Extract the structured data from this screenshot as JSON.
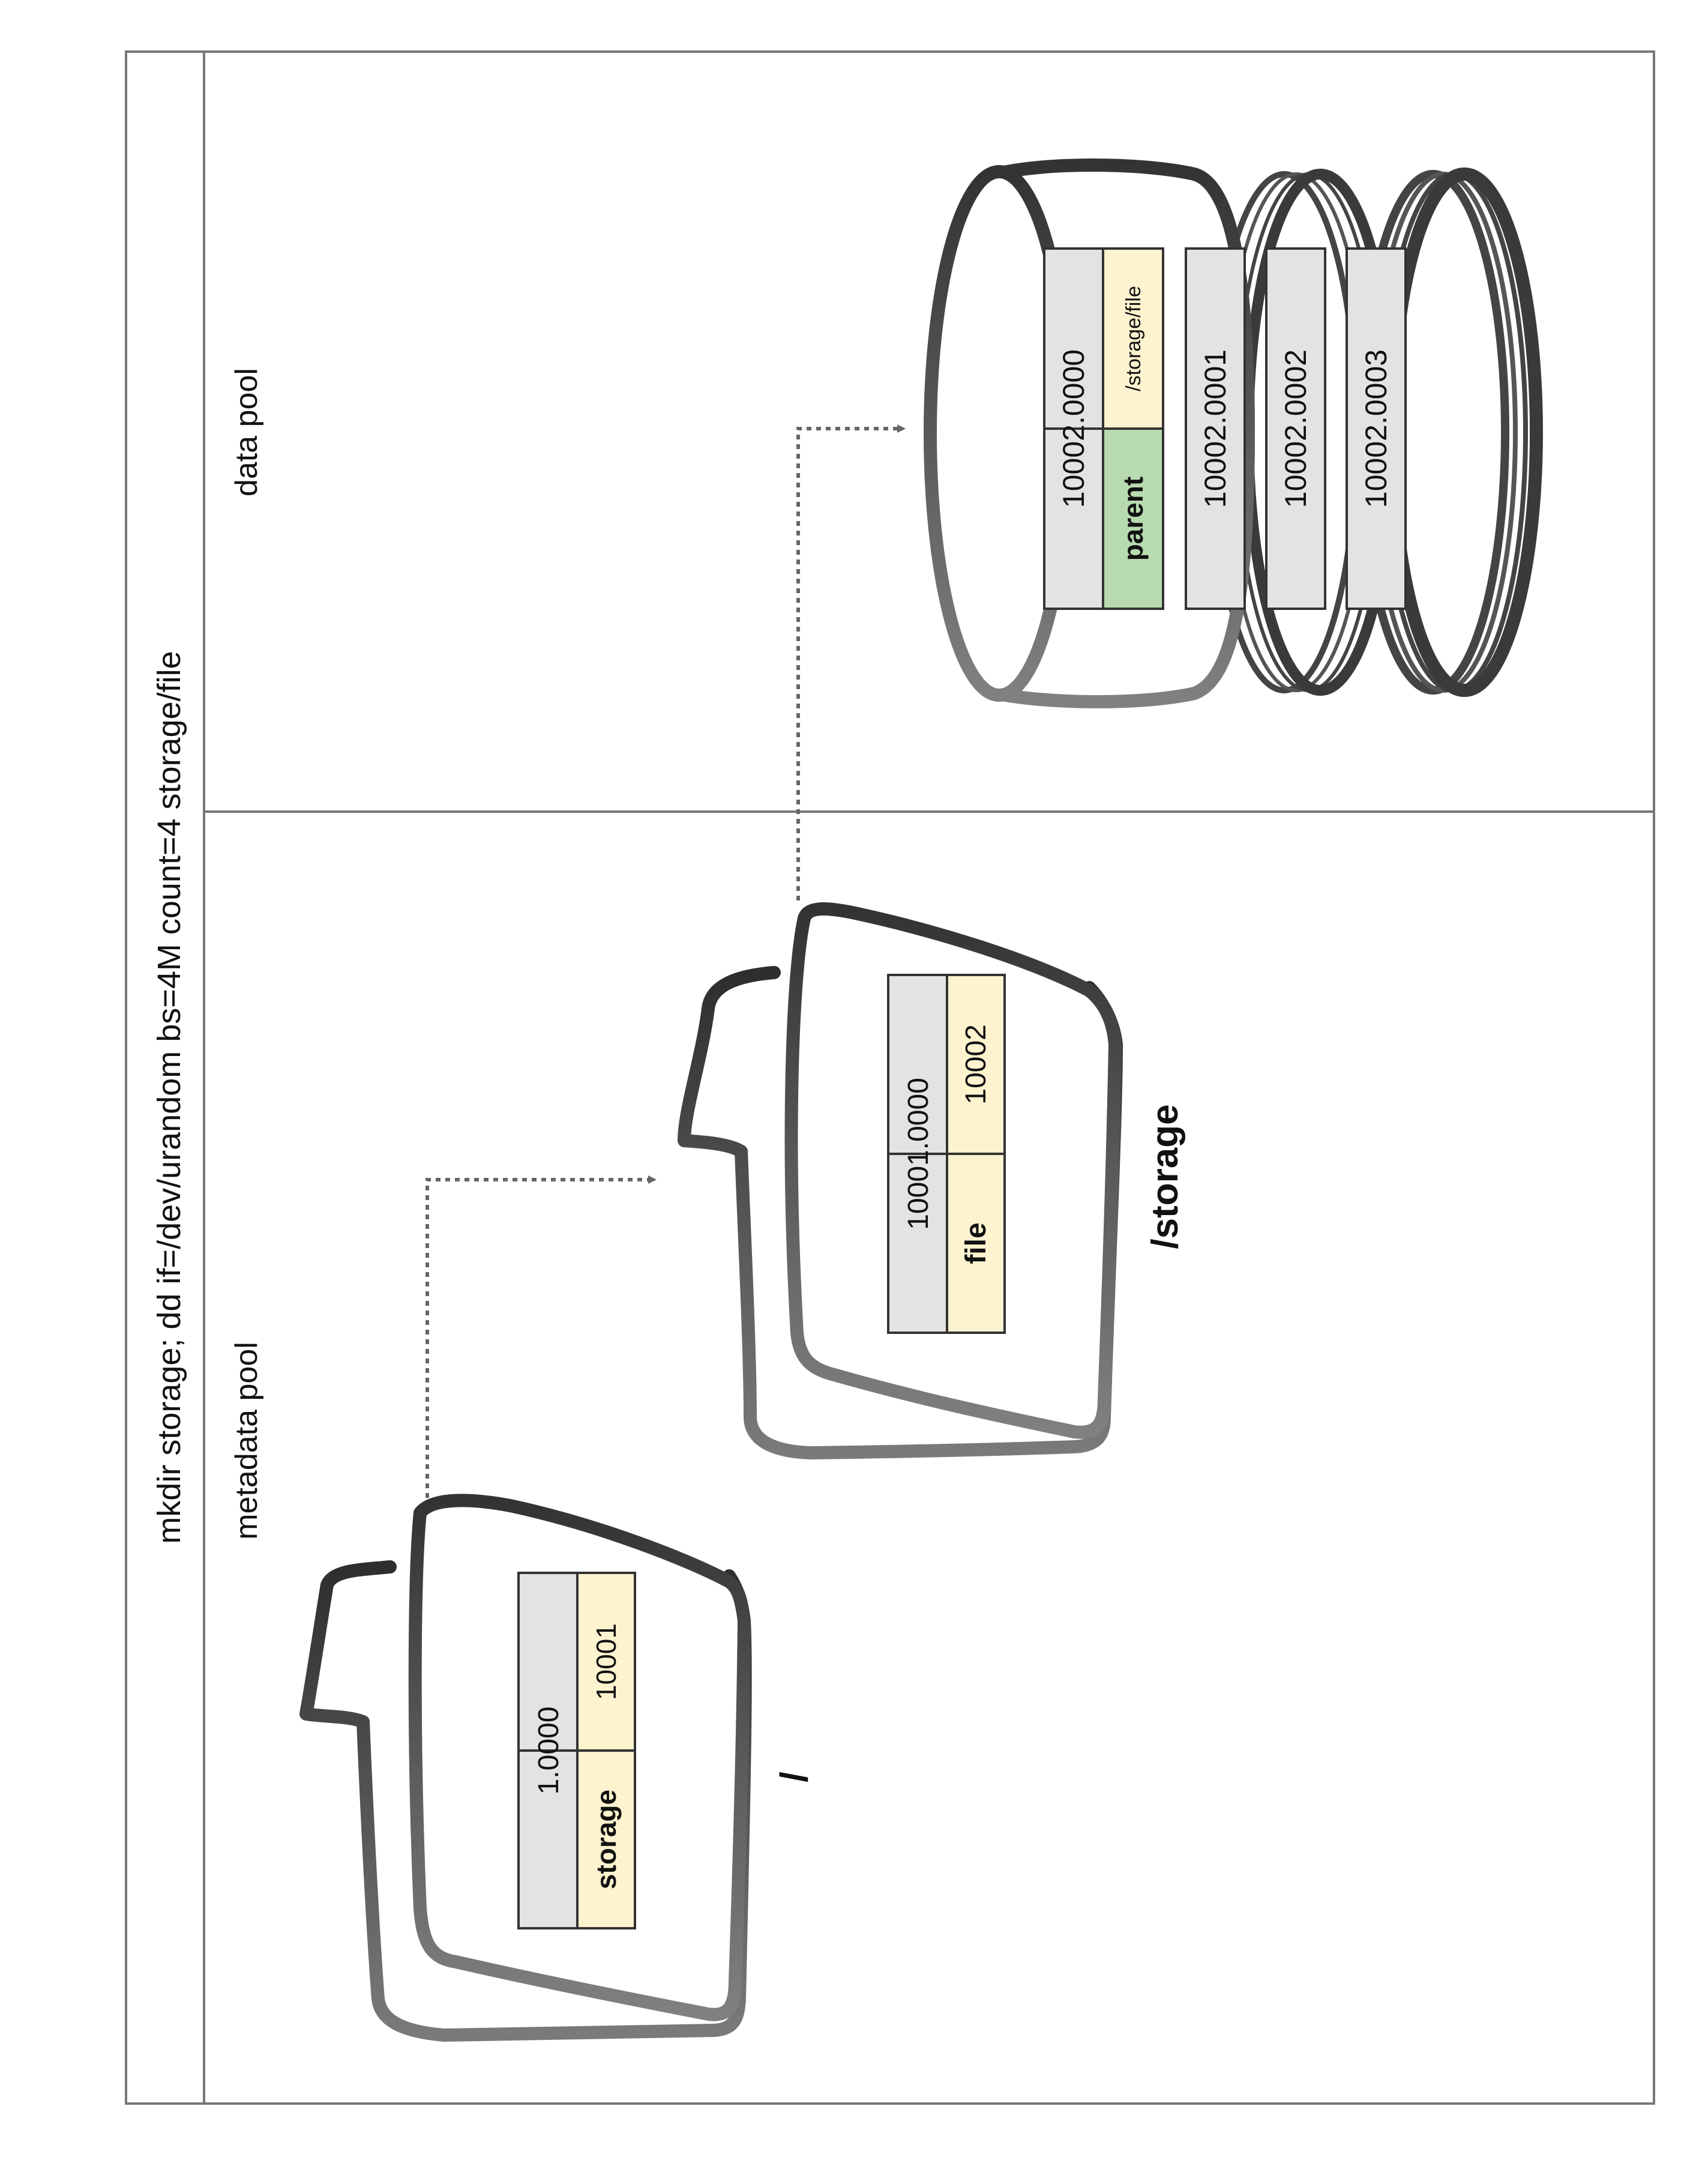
{
  "title": "mkdir storage; dd if=/dev/urandom bs=4M count=4 storage/file",
  "sections": {
    "metadata_label": "metadata pool",
    "data_label": "data pool"
  },
  "objects": {
    "root": {
      "path_label": "/",
      "object_id": "1.0000",
      "entry_name": "storage",
      "entry_value": "10001"
    },
    "storage_dir": {
      "path_label": "/storage",
      "object_id": "10001.0000",
      "entry_name": "file",
      "entry_value": "10002"
    },
    "file_head": {
      "object_id": "10002.0000",
      "xattr_name": "parent",
      "xattr_value": "/storage/file"
    },
    "file_chunks": [
      "10002.0001",
      "10002.0002",
      "10002.0003"
    ]
  },
  "colors": {
    "id_cell": "#e3e3e3",
    "value_cell": "#fdf3cf",
    "xattr_cell": "#b8dab0",
    "frame": "#777777",
    "shape_dark": "#3a3a3a",
    "shape_light": "#7a7a7a",
    "arrow": "#666666"
  }
}
